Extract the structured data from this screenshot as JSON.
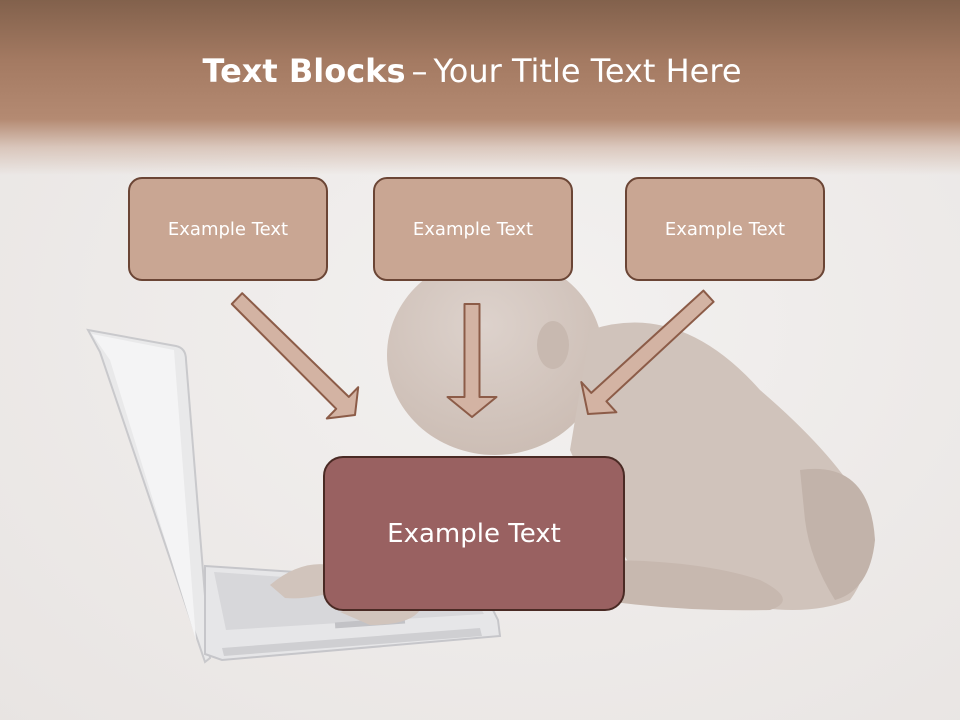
{
  "slide": {
    "title_bold": "Text Blocks",
    "title_separator": "–",
    "title_rest": "Your Title Text Here",
    "boxes": [
      {
        "label": "Example Text"
      },
      {
        "label": "Example Text"
      },
      {
        "label": "Example Text"
      }
    ],
    "main_box": {
      "label": "Example Text"
    }
  },
  "colors": {
    "header": "#a47a62",
    "box_fill": "#c9a693",
    "box_border": "#6b4535",
    "main_box_fill": "#996161",
    "main_box_border": "#4a2a24",
    "arrow_fill": "#d3b3a3",
    "arrow_stroke": "#8c5c48"
  }
}
